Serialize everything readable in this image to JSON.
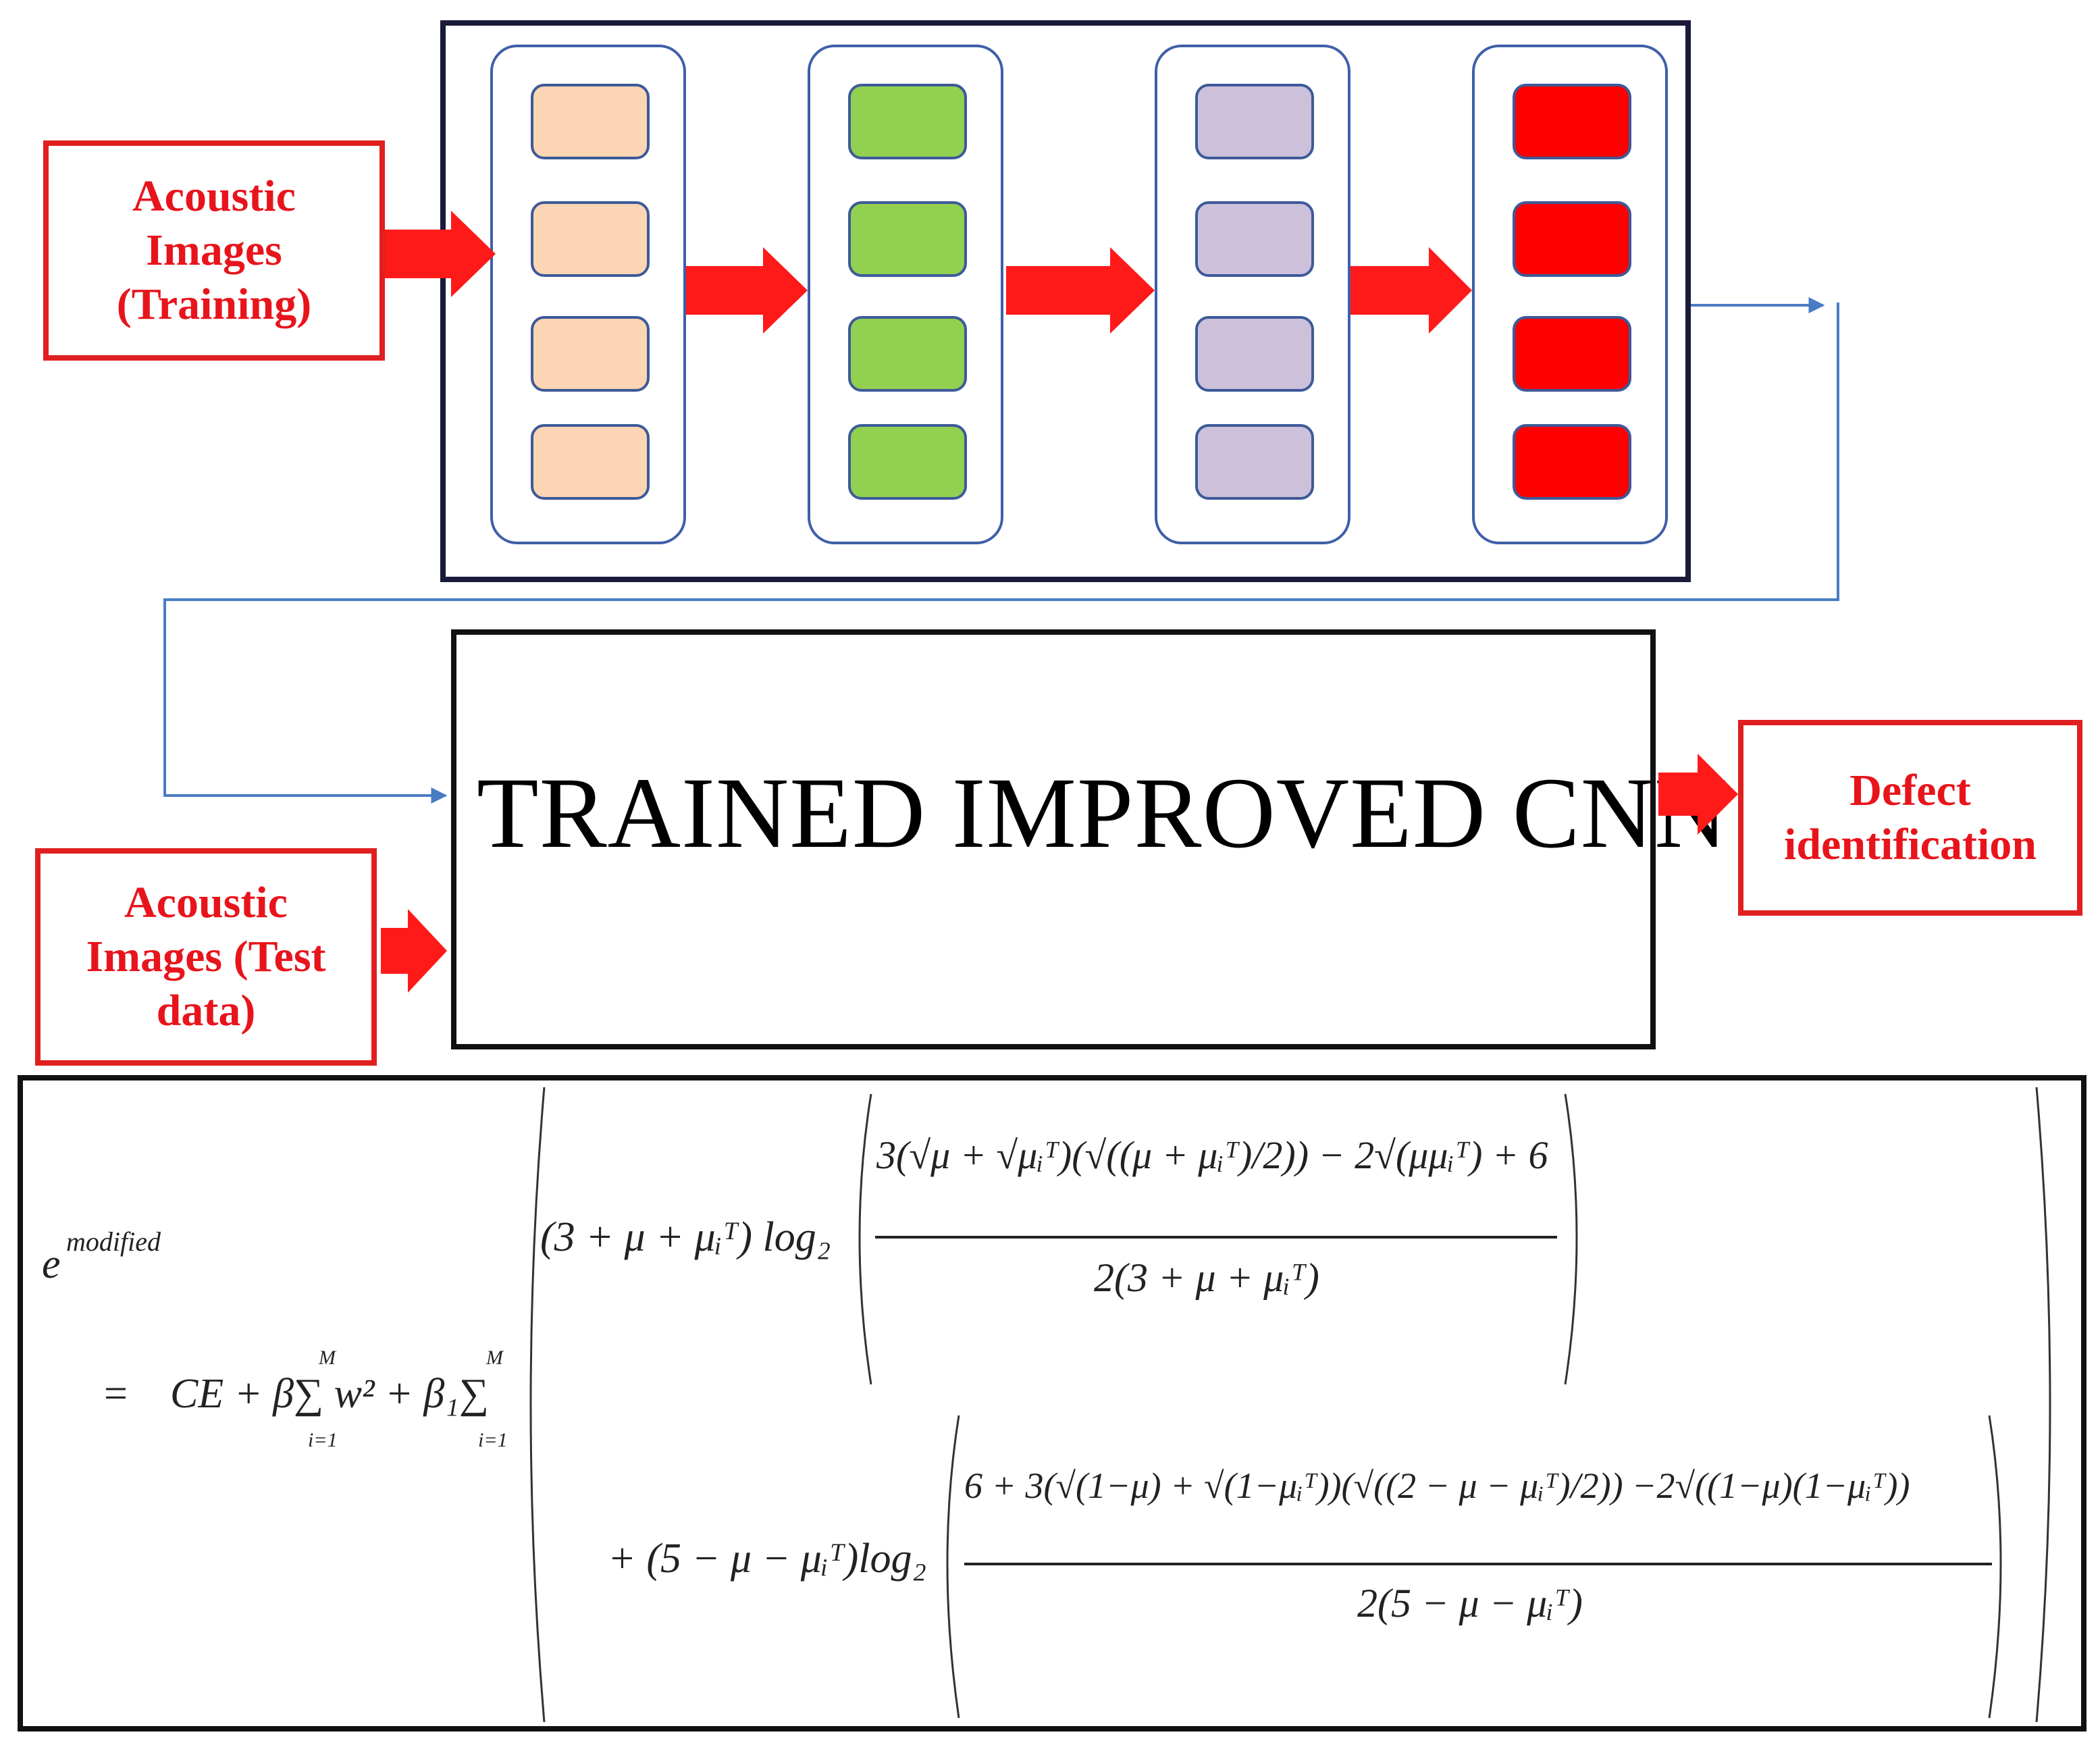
{
  "inputs": {
    "training": [
      "Acoustic",
      "Images",
      "(Training)"
    ],
    "test": [
      "Acoustic",
      "Images (Test",
      "data)"
    ]
  },
  "trained_model": {
    "label": "TRAINED IMPROVED CNN"
  },
  "output": {
    "label": [
      "Defect",
      "identification"
    ]
  },
  "layers": [
    {
      "name": "layer-1",
      "fill": "#fcd5b4"
    },
    {
      "name": "layer-2",
      "fill": "#92d050"
    },
    {
      "name": "layer-3",
      "fill": "#ccc0da"
    },
    {
      "name": "layer-4",
      "fill": "#ff0000"
    }
  ],
  "colors": {
    "arrow": "#ff1a1a",
    "connector": "#4a7cc4",
    "input_border": "#e02020",
    "frame": "#1a1a3a"
  },
  "formula": {
    "lhs": "e",
    "lhs_sup": "modified",
    "eq": "=",
    "line1_head": "CE + β∑ w² + β₁∑",
    "sum_top": "M",
    "sum_bottom": "i=1",
    "term1_prefix": "(3 + μ + μᵢᵀ) log₂",
    "term1_num": "3(√μ + √μᵢᵀ)(√((μ + μᵢᵀ)/2)) − 2√(μμᵢᵀ) + 6",
    "term1_den": "2(3 + μ + μᵢᵀ)",
    "term2_prefix": "+ (5 − μ − μᵢᵀ)log₂",
    "term2_num": "6 + 3(√(1−μ) + √(1−μᵢᵀ))(√((2 − μ − μᵢᵀ)/2)) −2√((1−μ)(1−μᵢᵀ))",
    "term2_den": "2(5 − μ − μᵢᵀ)"
  }
}
